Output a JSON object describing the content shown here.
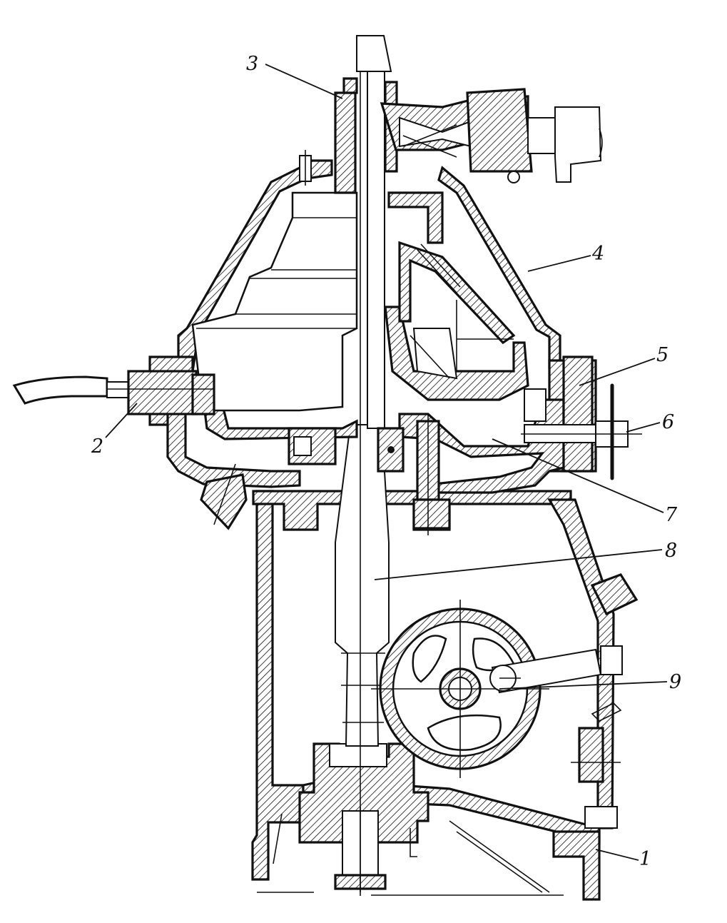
{
  "callouts": [
    {
      "id": "1",
      "label": "1"
    },
    {
      "id": "2",
      "label": "2"
    },
    {
      "id": "3",
      "label": "3"
    },
    {
      "id": "4",
      "label": "4"
    },
    {
      "id": "5",
      "label": "5"
    },
    {
      "id": "6",
      "label": "6"
    },
    {
      "id": "7",
      "label": "7"
    },
    {
      "id": "8",
      "label": "8"
    },
    {
      "id": "9",
      "label": "9"
    }
  ],
  "colors": {
    "ink": "#111111",
    "paper": "#ffffff"
  }
}
